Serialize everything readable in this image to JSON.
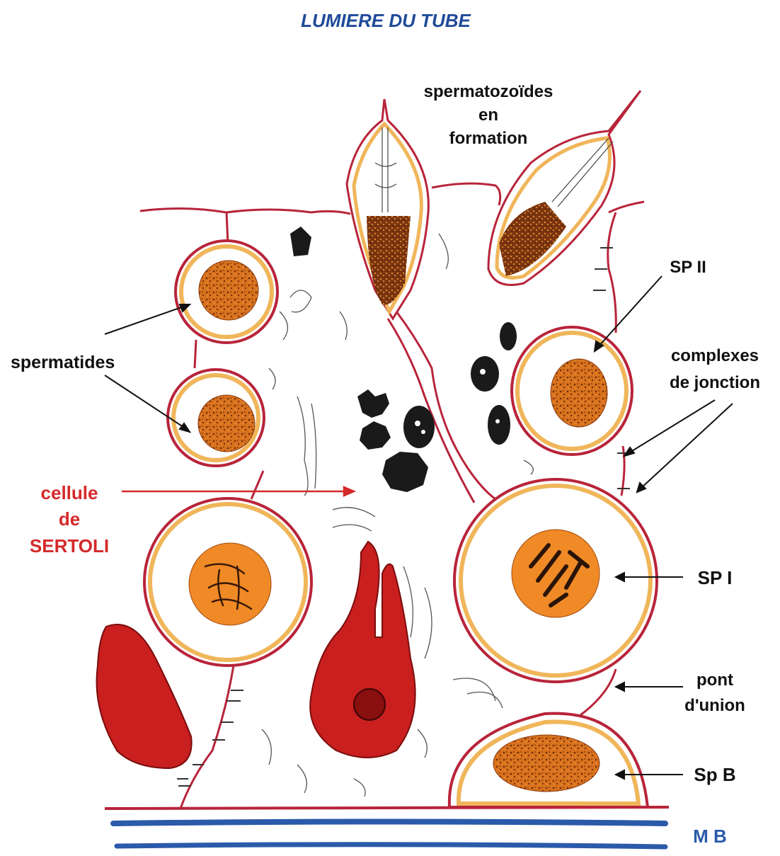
{
  "header": {
    "title": "LUMIERE DU TUBE"
  },
  "labels": {
    "spermatozoides": [
      "spermatozoïdes",
      "en",
      "formation"
    ],
    "sp2": "SP II",
    "spermatides": "spermatides",
    "complexes": [
      "complexes",
      "de jonction"
    ],
    "sertoli": [
      "cellule",
      "de",
      "SERTOLI"
    ],
    "sp1": "SP I",
    "pont": [
      "pont",
      "d'union"
    ],
    "spb": "Sp B",
    "mb": "M B"
  },
  "colors": {
    "title": "#1f4a9a",
    "membrane": "#b8243a",
    "cytoplasm_ring": "#f0b65a",
    "nucleus": "#e8862a",
    "red_cell": "#c91f1f",
    "basal_membrane": "#2b5aaa",
    "sertoli_label": "#d42a2a",
    "text": "#111111"
  }
}
